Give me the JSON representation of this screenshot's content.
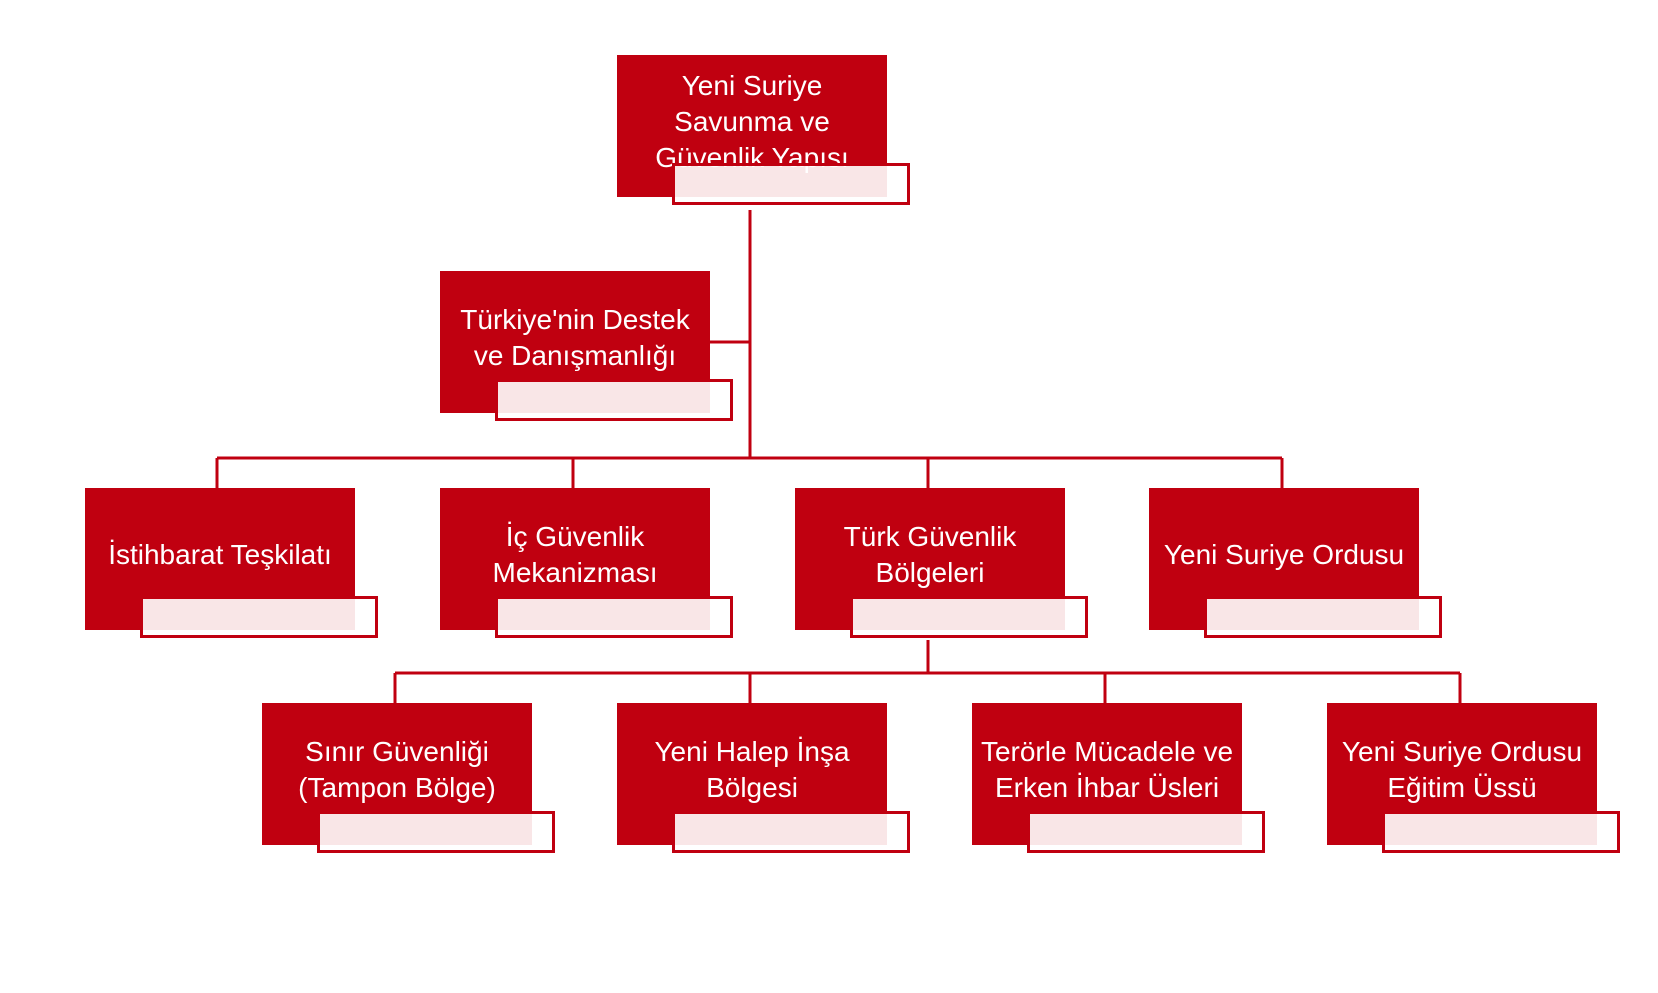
{
  "colors": {
    "node_fill": "#c00010",
    "connector": "#c00010",
    "tag_border": "#c00010",
    "background": "#ffffff"
  },
  "nodes": {
    "root": "Yeni Suriye Savunma ve Güvenlik Yapısı",
    "support": "Türkiye'nin Destek ve Danışmanlığı",
    "intelligence": "İstihbarat Teşkilatı",
    "internal_security": "İç Güvenlik Mekanizması",
    "turkish_zones": "Türk Güvenlik Bölgeleri",
    "new_army": "Yeni Suriye Ordusu",
    "border_security": "Sınır Güvenliği (Tampon Bölge)",
    "aleppo": "Yeni Halep İnşa Bölgesi",
    "counter_terror": "Terörle Mücadele ve Erken İhbar Üsleri",
    "training_base": "Yeni Suriye Ordusu Eğitim Üssü"
  }
}
